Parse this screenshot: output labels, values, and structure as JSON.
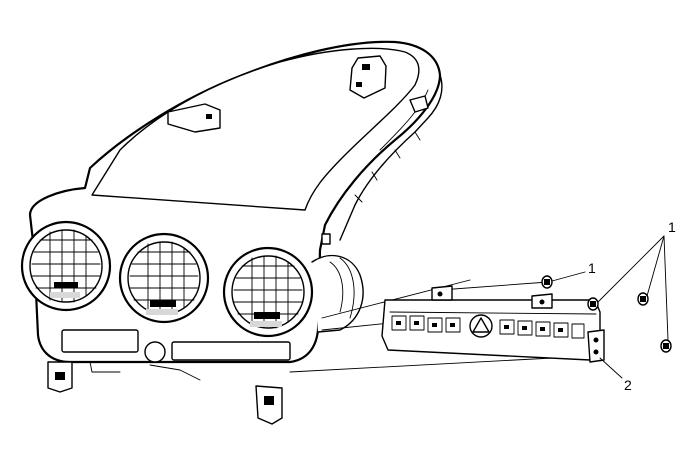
{
  "callouts": {
    "fastener_left": "1",
    "fastener_right": "1",
    "switch_assembly": "2"
  }
}
